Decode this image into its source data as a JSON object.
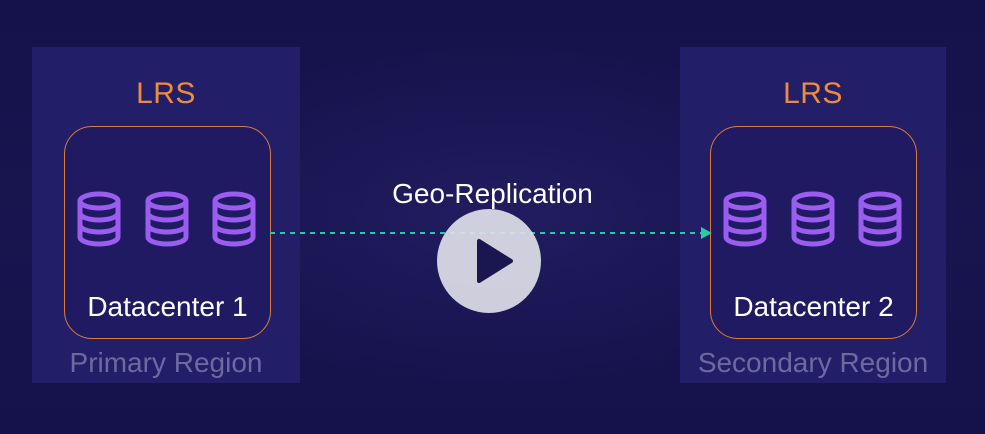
{
  "diagram": {
    "primary": {
      "tier_label": "LRS",
      "datacenter_label": "Datacenter 1",
      "region_label": "Primary Region",
      "disk_count": 3
    },
    "secondary": {
      "tier_label": "LRS",
      "datacenter_label": "Datacenter 2",
      "region_label": "Secondary Region",
      "disk_count": 3
    },
    "connection_label": "Geo-Replication"
  },
  "video": {
    "play_icon": "play-icon"
  },
  "colors": {
    "background": "#16124a",
    "region_panel": "#221e68",
    "tier_label": "#f08a3c",
    "datacenter_border": "#e07a37",
    "disk": "#9b5cf0",
    "arrow": "#2fc7a8",
    "region_label": "#6c6aa0",
    "play_button": "#dedee8"
  }
}
